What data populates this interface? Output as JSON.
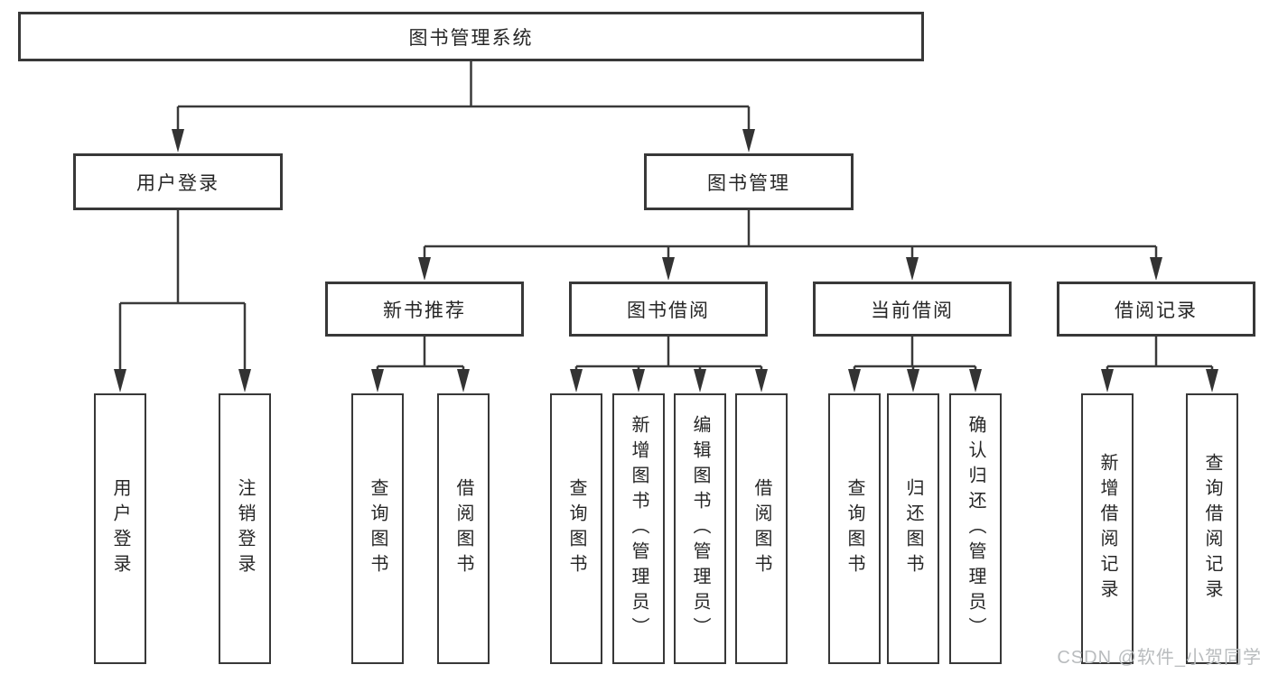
{
  "colors": {
    "background": "#ffffff",
    "line": "#3a3a3a",
    "box_border": "#383838",
    "text": "#262626",
    "watermark": "#b9bcbe"
  },
  "watermark": {
    "text": "CSDN @软件_小贺同学"
  },
  "chart_data": {
    "type": "tree-diagram",
    "title": "图书管理系统"
  },
  "tree": {
    "label": "图书管理系统",
    "children": [
      {
        "label": "用户登录",
        "children": [
          {
            "label": "用户登录"
          },
          {
            "label": "注销登录"
          }
        ]
      },
      {
        "label": "图书管理",
        "children": [
          {
            "label": "新书推荐",
            "children": [
              {
                "label": "查询图书"
              },
              {
                "label": "借阅图书"
              }
            ]
          },
          {
            "label": "图书借阅",
            "children": [
              {
                "label": "查询图书"
              },
              {
                "label": "新增图书（管理员）"
              },
              {
                "label": "编辑图书（管理员）"
              },
              {
                "label": "借阅图书"
              }
            ]
          },
          {
            "label": "当前借阅",
            "children": [
              {
                "label": "查询图书"
              },
              {
                "label": "归还图书"
              },
              {
                "label": "确认归还（管理员）"
              }
            ]
          },
          {
            "label": "借阅记录",
            "children": [
              {
                "label": "新增借阅记录"
              },
              {
                "label": "查询借阅记录"
              }
            ]
          }
        ]
      }
    ]
  }
}
